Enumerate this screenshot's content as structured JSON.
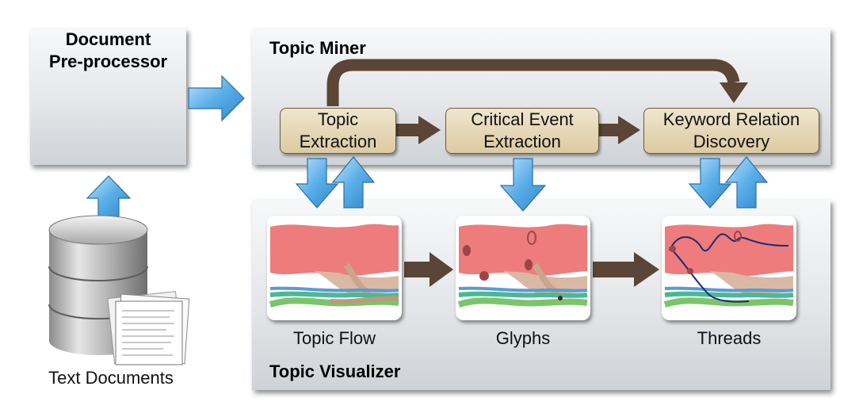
{
  "document_preprocessor": {
    "line1": "Document",
    "line2": "Pre-processor"
  },
  "topic_miner": {
    "title": "Topic Miner",
    "stages": [
      {
        "line1": "Topic",
        "line2": "Extraction"
      },
      {
        "line1": "Critical Event",
        "line2": "Extraction"
      },
      {
        "line1": "Keyword Relation",
        "line2": "Discovery"
      }
    ]
  },
  "topic_visualizer": {
    "title": "Topic Visualizer",
    "views": [
      {
        "label": "Topic Flow"
      },
      {
        "label": "Glyphs"
      },
      {
        "label": "Threads"
      }
    ]
  },
  "text_documents": {
    "label": "Text Documents"
  },
  "colors": {
    "blue_arrow": "#5aaee8",
    "brown_arrow": "#5a4536",
    "stage_fill": "#e6d9b4",
    "topic_red": "#ee7c7c"
  }
}
